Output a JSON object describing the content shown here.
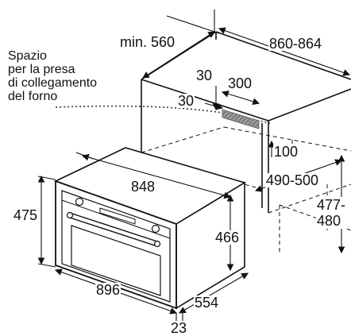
{
  "note": {
    "lines": [
      "Spazio",
      "per la presa",
      "di collegamento",
      "del forno"
    ]
  },
  "dimensions": {
    "cabinet_depth_min": "min. 560",
    "cabinet_width": "860-864",
    "socket_offset_top": "30",
    "socket_width": "300",
    "socket_offset_side": "30",
    "gap_100": "100",
    "niche_depth": "490-500",
    "niche_height": "477-\n480",
    "oven_width_inner": "848",
    "oven_height_front": "475",
    "oven_height_body": "466",
    "oven_width_front": "896",
    "oven_depth": "554",
    "front_thickness": "23"
  },
  "colors": {
    "line": "#111111",
    "dotted": "#333333",
    "socket": "#8a8a8a",
    "oven_front": "#ffffff"
  }
}
